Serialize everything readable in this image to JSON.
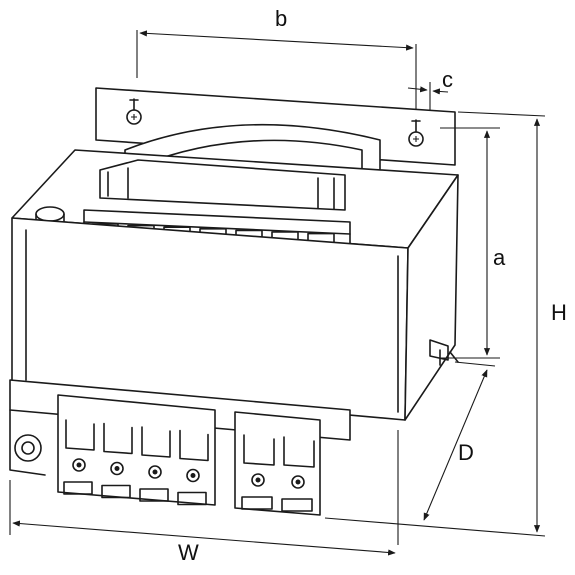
{
  "dimensions": {
    "b": "b",
    "c": "c",
    "a": "a",
    "H": "H",
    "D": "D",
    "W": "W"
  }
}
